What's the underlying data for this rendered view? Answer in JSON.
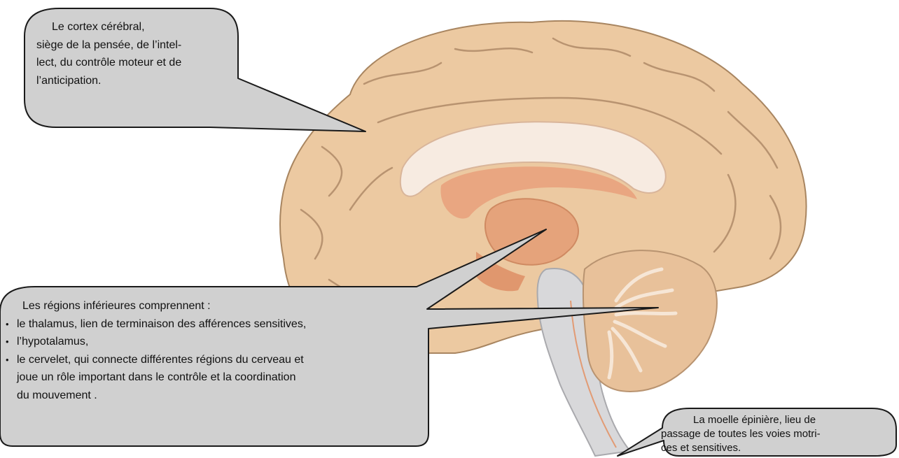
{
  "colors": {
    "cortex": "#ecc9a1",
    "cortex_stroke": "#a88560",
    "white_matter": "#f7ebe1",
    "ventricle": "#e9a681",
    "thalamus": "#e5a37b",
    "brainstem": "#d8d8da",
    "cerebellum": "#e8c19a",
    "bubble_fill": "#d0d0d0",
    "bubble_stroke": "#1a1a1a"
  },
  "callouts": {
    "cortex": {
      "lines": [
        "Le cortex cérébral,",
        "siège de la pensée, de l’intel-",
        "lect, du contrôle moteur et de",
        " l’anticipation."
      ]
    },
    "regions": {
      "intro": "Les régions inférieures comprennent :",
      "items": [
        {
          "bullet": "•",
          "lines": [
            "le thalamus, lien de terminaison des afférences sensitives,"
          ]
        },
        {
          "bullet": "•",
          "lines": [
            "l’hypotalamus,"
          ]
        },
        {
          "bullet": "•",
          "lines": [
            "le cervelet, qui connecte différentes régions du cerveau et",
            "joue un rôle important dans le contrôle et la coordination",
            "du mouvement ."
          ]
        }
      ]
    },
    "moelle": {
      "lines": [
        "La moelle épinière, lieu de",
        "passage de toutes les voies motri-",
        "ces et sensitives."
      ]
    }
  }
}
